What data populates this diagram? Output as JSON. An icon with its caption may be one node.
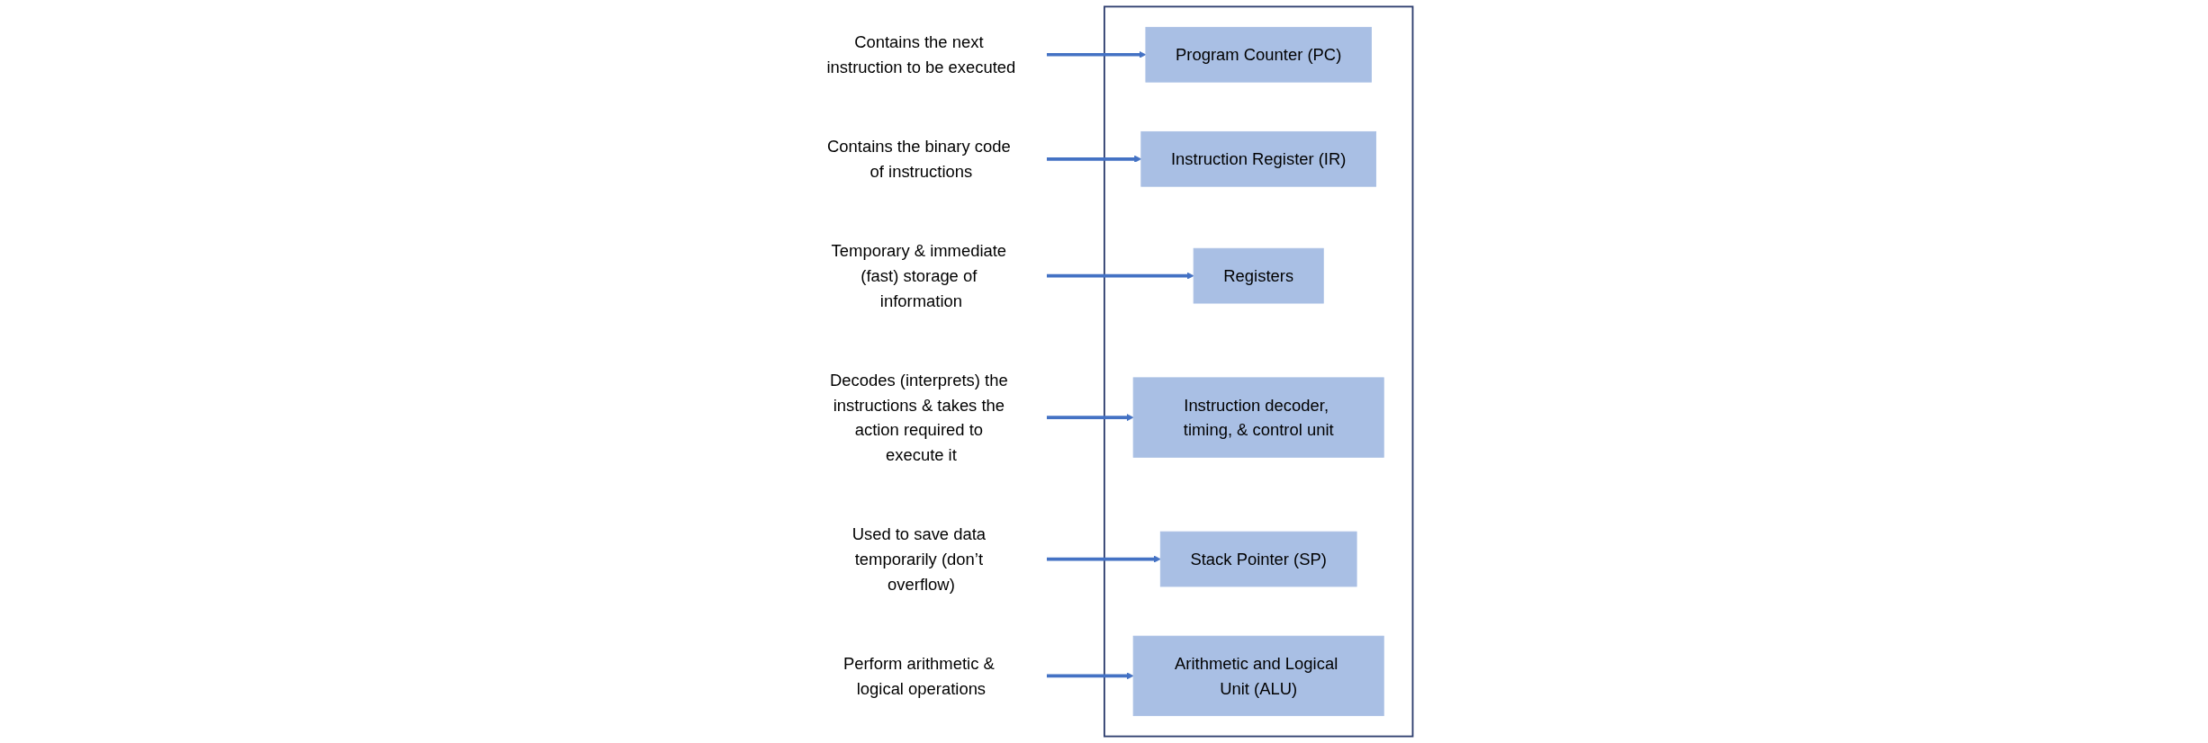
{
  "diagram": {
    "nodes": [
      {
        "text": [],
        "shape": "box"
      },
      {
        "text": [
          "Contains the next instruction to be executed"
        ]
      },
      {
        "text": [
          "Program Counter (PC)"
        ],
        "in": 0
      },
      {
        "text": [
          "Instruction Register (IR)"
        ],
        "in": 0
      },
      {
        "text": [
          "Contains the binary code of instructions"
        ]
      },
      {
        "text": [
          "Temporary & immediate (fast) storage of information"
        ]
      },
      {
        "text": [
          "Registers"
        ],
        "in": 0
      },
      {
        "text": [
          "Instruction decoder, timing, & control unit"
        ],
        "in": 0
      },
      {
        "text": [
          "Decodes (interprets) the instructions & takes the action required to execute it"
        ]
      },
      {
        "text": [
          "Used to save data temporarily (don’t overflow)"
        ]
      },
      {
        "text": [
          "Stack Pointer (SP)"
        ],
        "in": 0
      },
      {
        "text": [
          "Arithmetic and Logical Unit (ALU)"
        ],
        "in": 0
      },
      {
        "text": [
          "Perform arithmetic & logical operations"
        ]
      }
    ],
    "edges": [
      {
        "from": 1,
        "to": 2,
        "arrow": "to"
      },
      {
        "from": 4,
        "to": 3,
        "arrow": "to"
      },
      {
        "from": 5,
        "to": 6,
        "arrow": "to"
      },
      {
        "from": 8,
        "to": 7,
        "arrow": "to"
      },
      {
        "from": 9,
        "to": 10,
        "arrow": "to"
      },
      {
        "from": 12,
        "to": 11,
        "arrow": "to"
      }
    ]
  }
}
